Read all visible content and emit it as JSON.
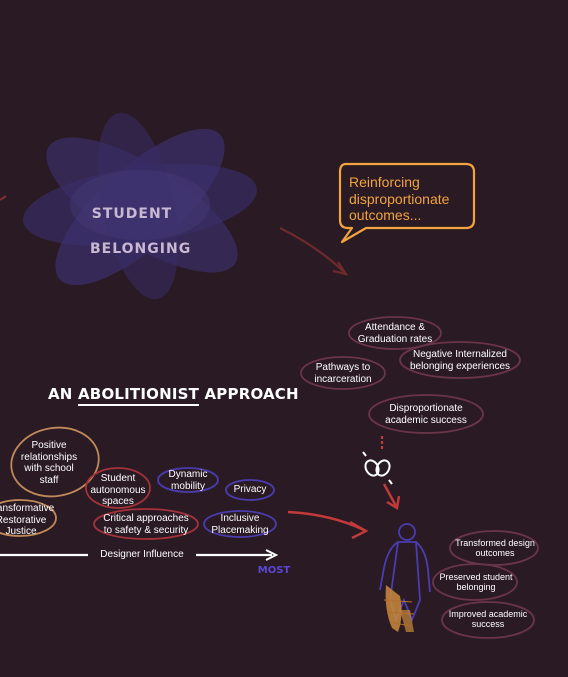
{
  "center": {
    "line1": "STUDENT",
    "line2": "BELONGING"
  },
  "callout": "Reinforcing\ndisproportionate\noutcomes...",
  "outcomes": {
    "attendance": "Attendance &\nGraduation rates",
    "negative": "Negative Internalized\nbelonging experiences",
    "pathways": "Pathways to\nincarceration",
    "disproportionate": "Disproportionate\nacademic success"
  },
  "heading": {
    "part1": "AN ",
    "part2": "ABOLITIONIST",
    "part3": " APPROACH"
  },
  "approaches": {
    "positive": "Positive\nrelationships\nwith school\nstaff",
    "student_spaces": "Student\nautonomous\nspaces",
    "dynamic": "Dynamic\nmobility",
    "privacy": "Privacy",
    "transformative": "Transformative\nRestorative\nJustice",
    "critical": "Critical approaches\nto safety & security",
    "inclusive": "Inclusive\nPlacemaking"
  },
  "axis": {
    "label": "Designer Influence",
    "end": "MOST"
  },
  "results": {
    "transformed": "Transformed design\noutcomes",
    "preserved": "Preserved student\nbelonging",
    "improved": "Improved academic\nsuccess"
  },
  "colors": {
    "background": "#2a1a24",
    "bubble_orange": "#f1a33f",
    "negative_oval": "#6b3548",
    "arrow_red": "#c23a3a",
    "positive_tan": "#c08a5a",
    "purple": "#4b3cb0",
    "red_oval": "#a3323a",
    "most_blue": "#5b47d6"
  }
}
